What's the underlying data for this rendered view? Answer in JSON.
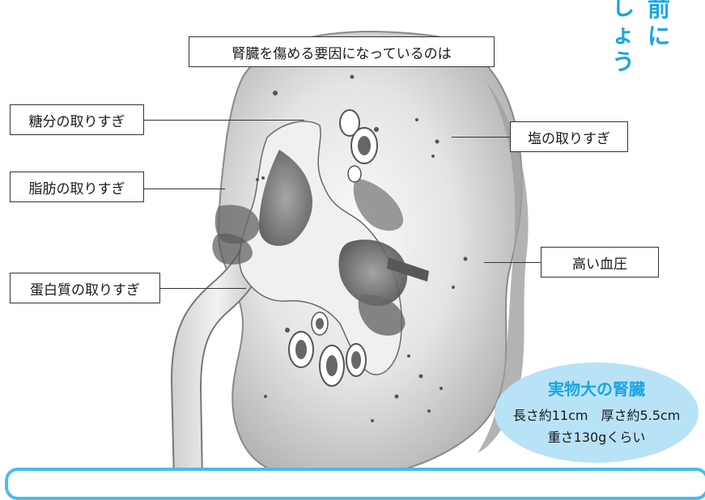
{
  "header_label": "腎臓を傷める要因になっているのは",
  "side_title": {
    "col1": [
      "前",
      "に"
    ],
    "col2": [
      "し",
      "ょ",
      "う"
    ]
  },
  "labels": {
    "sugar": "糖分の取りすぎ",
    "fat": "脂肪の取りすぎ",
    "protein": "蛋白質の取りすぎ",
    "salt": "塩の取りすぎ",
    "blood_pressure": "高い血圧"
  },
  "info": {
    "title": "実物大の腎臓",
    "size": "長さ約11cm　厚さ約5.5cm",
    "weight": "重さ130gくらい"
  },
  "colors": {
    "accent": "#1aa6e0",
    "info_bg": "#b8e2f6",
    "frame": "#48bdec"
  }
}
